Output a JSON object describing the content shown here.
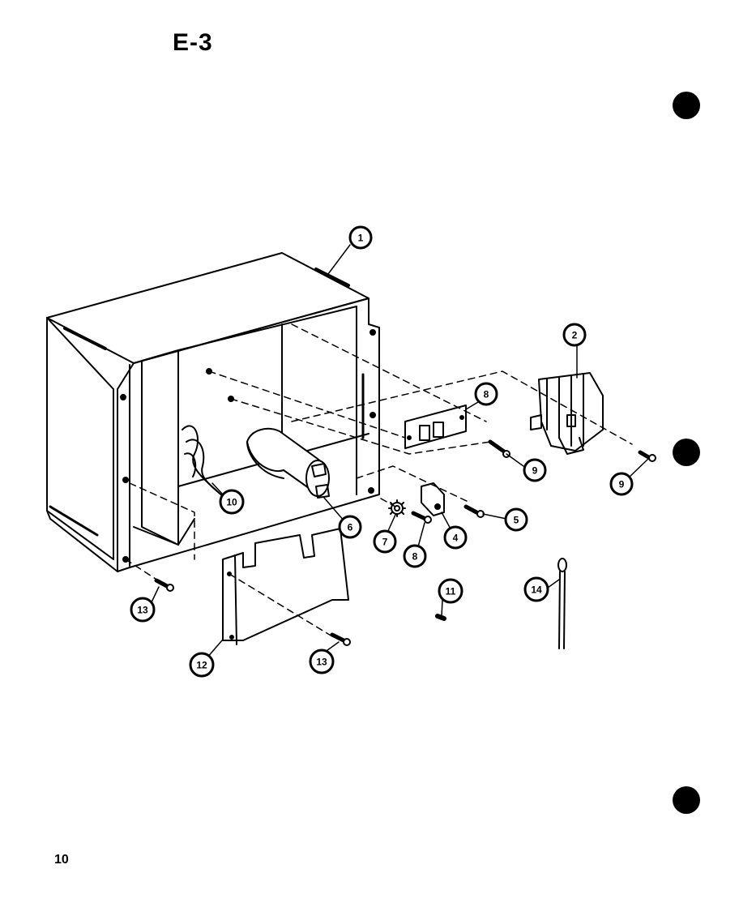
{
  "page": {
    "title": "E-3",
    "page_number": "10"
  },
  "callouts": [
    {
      "id": "part-1",
      "label": "1"
    },
    {
      "id": "part-2",
      "label": "2"
    },
    {
      "id": "part-3",
      "label": "8"
    },
    {
      "id": "part-9a",
      "label": "9"
    },
    {
      "id": "part-9b",
      "label": "9"
    },
    {
      "id": "part-5",
      "label": "5"
    },
    {
      "id": "part-4",
      "label": "4"
    },
    {
      "id": "part-6",
      "label": "6"
    },
    {
      "id": "part-7",
      "label": "7"
    },
    {
      "id": "part-8",
      "label": "8"
    },
    {
      "id": "part-10",
      "label": "10"
    },
    {
      "id": "part-11",
      "label": "11"
    },
    {
      "id": "part-12",
      "label": "12"
    },
    {
      "id": "part-13a",
      "label": "13"
    },
    {
      "id": "part-13b",
      "label": "13"
    },
    {
      "id": "part-14",
      "label": "14"
    }
  ],
  "binder_holes": 3
}
